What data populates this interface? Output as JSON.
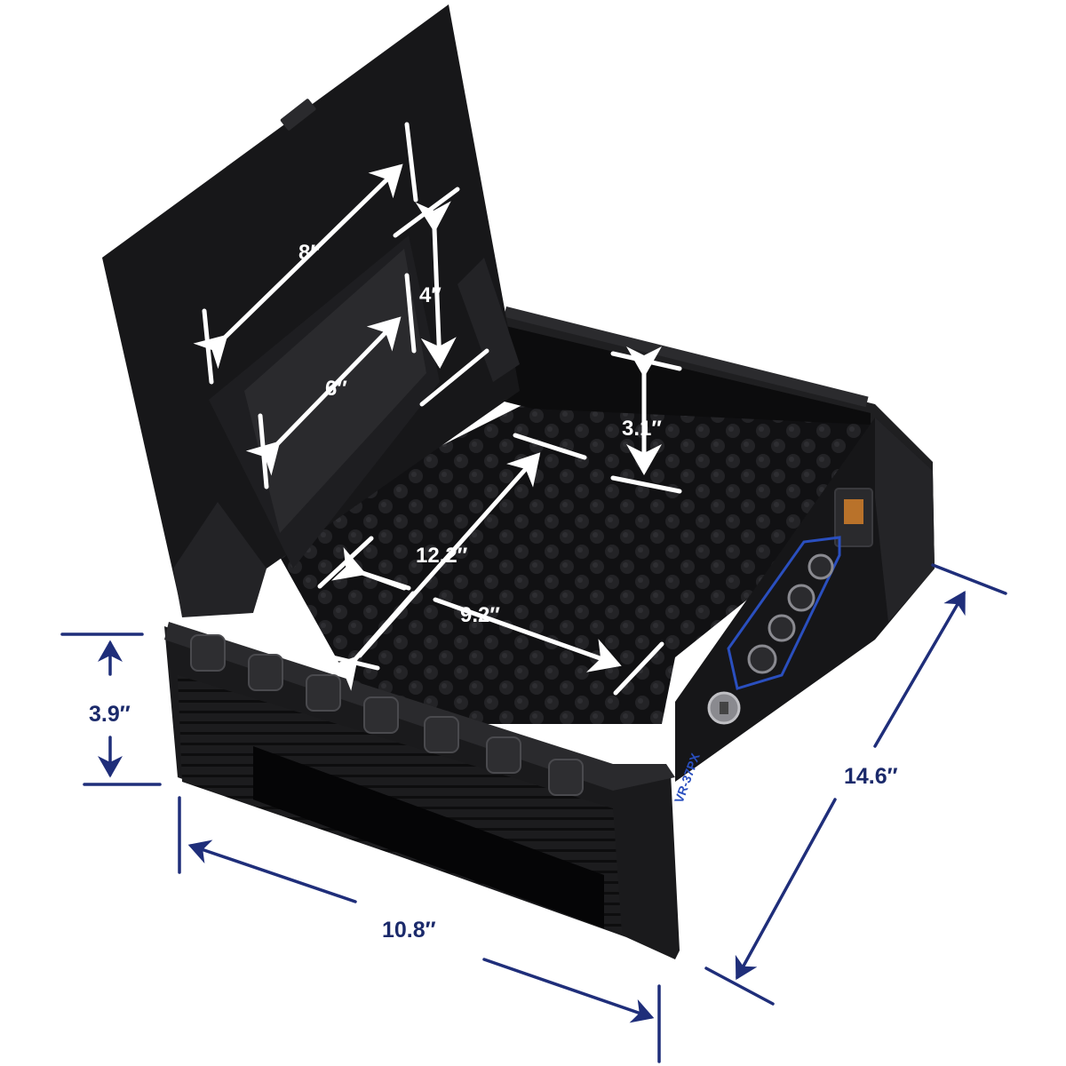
{
  "product": {
    "model_label": "VR-37PX"
  },
  "dimensions": {
    "lid_width": "8″",
    "lid_pocket_height": "4″",
    "lid_pocket_width": "6″",
    "interior_depth": "3.1″",
    "interior_length": "12.2″",
    "interior_width": "9.2″",
    "exterior_height": "3.9″",
    "exterior_width": "10.8″",
    "exterior_length": "14.6″"
  },
  "colors": {
    "dimension_line_outer": "#1f2e7a",
    "dimension_line_inner": "#ffffff",
    "safe_body": "#1a1a1c",
    "accent_blue": "#2a4fbf"
  }
}
